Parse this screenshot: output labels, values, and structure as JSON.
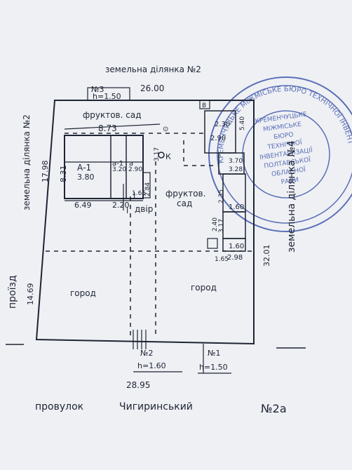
{
  "plan": {
    "plot_labels": {
      "top": "земельна ділянка №2",
      "left": "земельна ділянка №2",
      "right": "земельна ділянка №4",
      "left_road": "проїзд",
      "bottom_street": "провулок",
      "street_name": "Чигиринський",
      "house_number": "№2а"
    },
    "dimensions": {
      "top": "26.00",
      "bottom": "28.95",
      "left": "17.98",
      "left_lower": "14.69",
      "right": "32.01",
      "house_top": "8.73",
      "house_left": "8.31",
      "house_bottom_left": "6.49",
      "house_bottom_right": "2.20",
      "house_small_1": "3.20",
      "house_small_2": "2.90",
      "house_small_3": "1.65",
      "house_small_4": "3.17",
      "house_small_5": "2.84",
      "yard_top": "2.30",
      "outbuilding_1": "2.90",
      "outbuilding_2": "3.70",
      "outbuilding_3": "3.28",
      "outbuilding_4": "2.35",
      "outbuilding_5": "3.17",
      "outbuilding_6": "1.65",
      "outbuilding_7": "1.60",
      "outbuilding_8": "1.60",
      "outbuilding_9": "2.98",
      "outbuilding_10": "2.40",
      "outbuilding_11": "5.40"
    },
    "gates": [
      {
        "label": "№3",
        "height": "h=1.50"
      },
      {
        "label": "№2",
        "height": "h=1.60"
      },
      {
        "label": "№1",
        "height": "h=1.50"
      }
    ],
    "areas": {
      "orchard_top": "фруктов. сад",
      "orchard_mid": "фруктов.",
      "orchard_mid_2": "сад",
      "yard": "двір",
      "yard_numeral": "I",
      "garden_left": "город",
      "garden_right": "город",
      "well": "К",
      "corner_b": "В"
    },
    "house": {
      "main_label": "А-1",
      "main_size": "3.80",
      "annex_label": "а-1",
      "annex_letter": "а",
      "annex_value": "3.20"
    },
    "stamp": {
      "ring_text": "КРЕМЕНЧУЦЬКЕ МІЖМІСЬКЕ БЮРО ТЕХНІЧНОЇ ІНВЕНТАРИЗАЦІЇ",
      "inner_1": "КРЕМЕНЧУЦЬКЕ",
      "inner_2": "МІЖМІСЬКЕ",
      "inner_3": "БЮРО",
      "inner_4": "ТЕХНІЧНОЇ",
      "inner_5": "ІНВЕНТАРИЗАЦІЇ",
      "inner_6": "ПОЛТАВСЬКОЇ",
      "inner_7": "ОБЛАСНОЇ",
      "inner_8": "РАДИ"
    }
  }
}
